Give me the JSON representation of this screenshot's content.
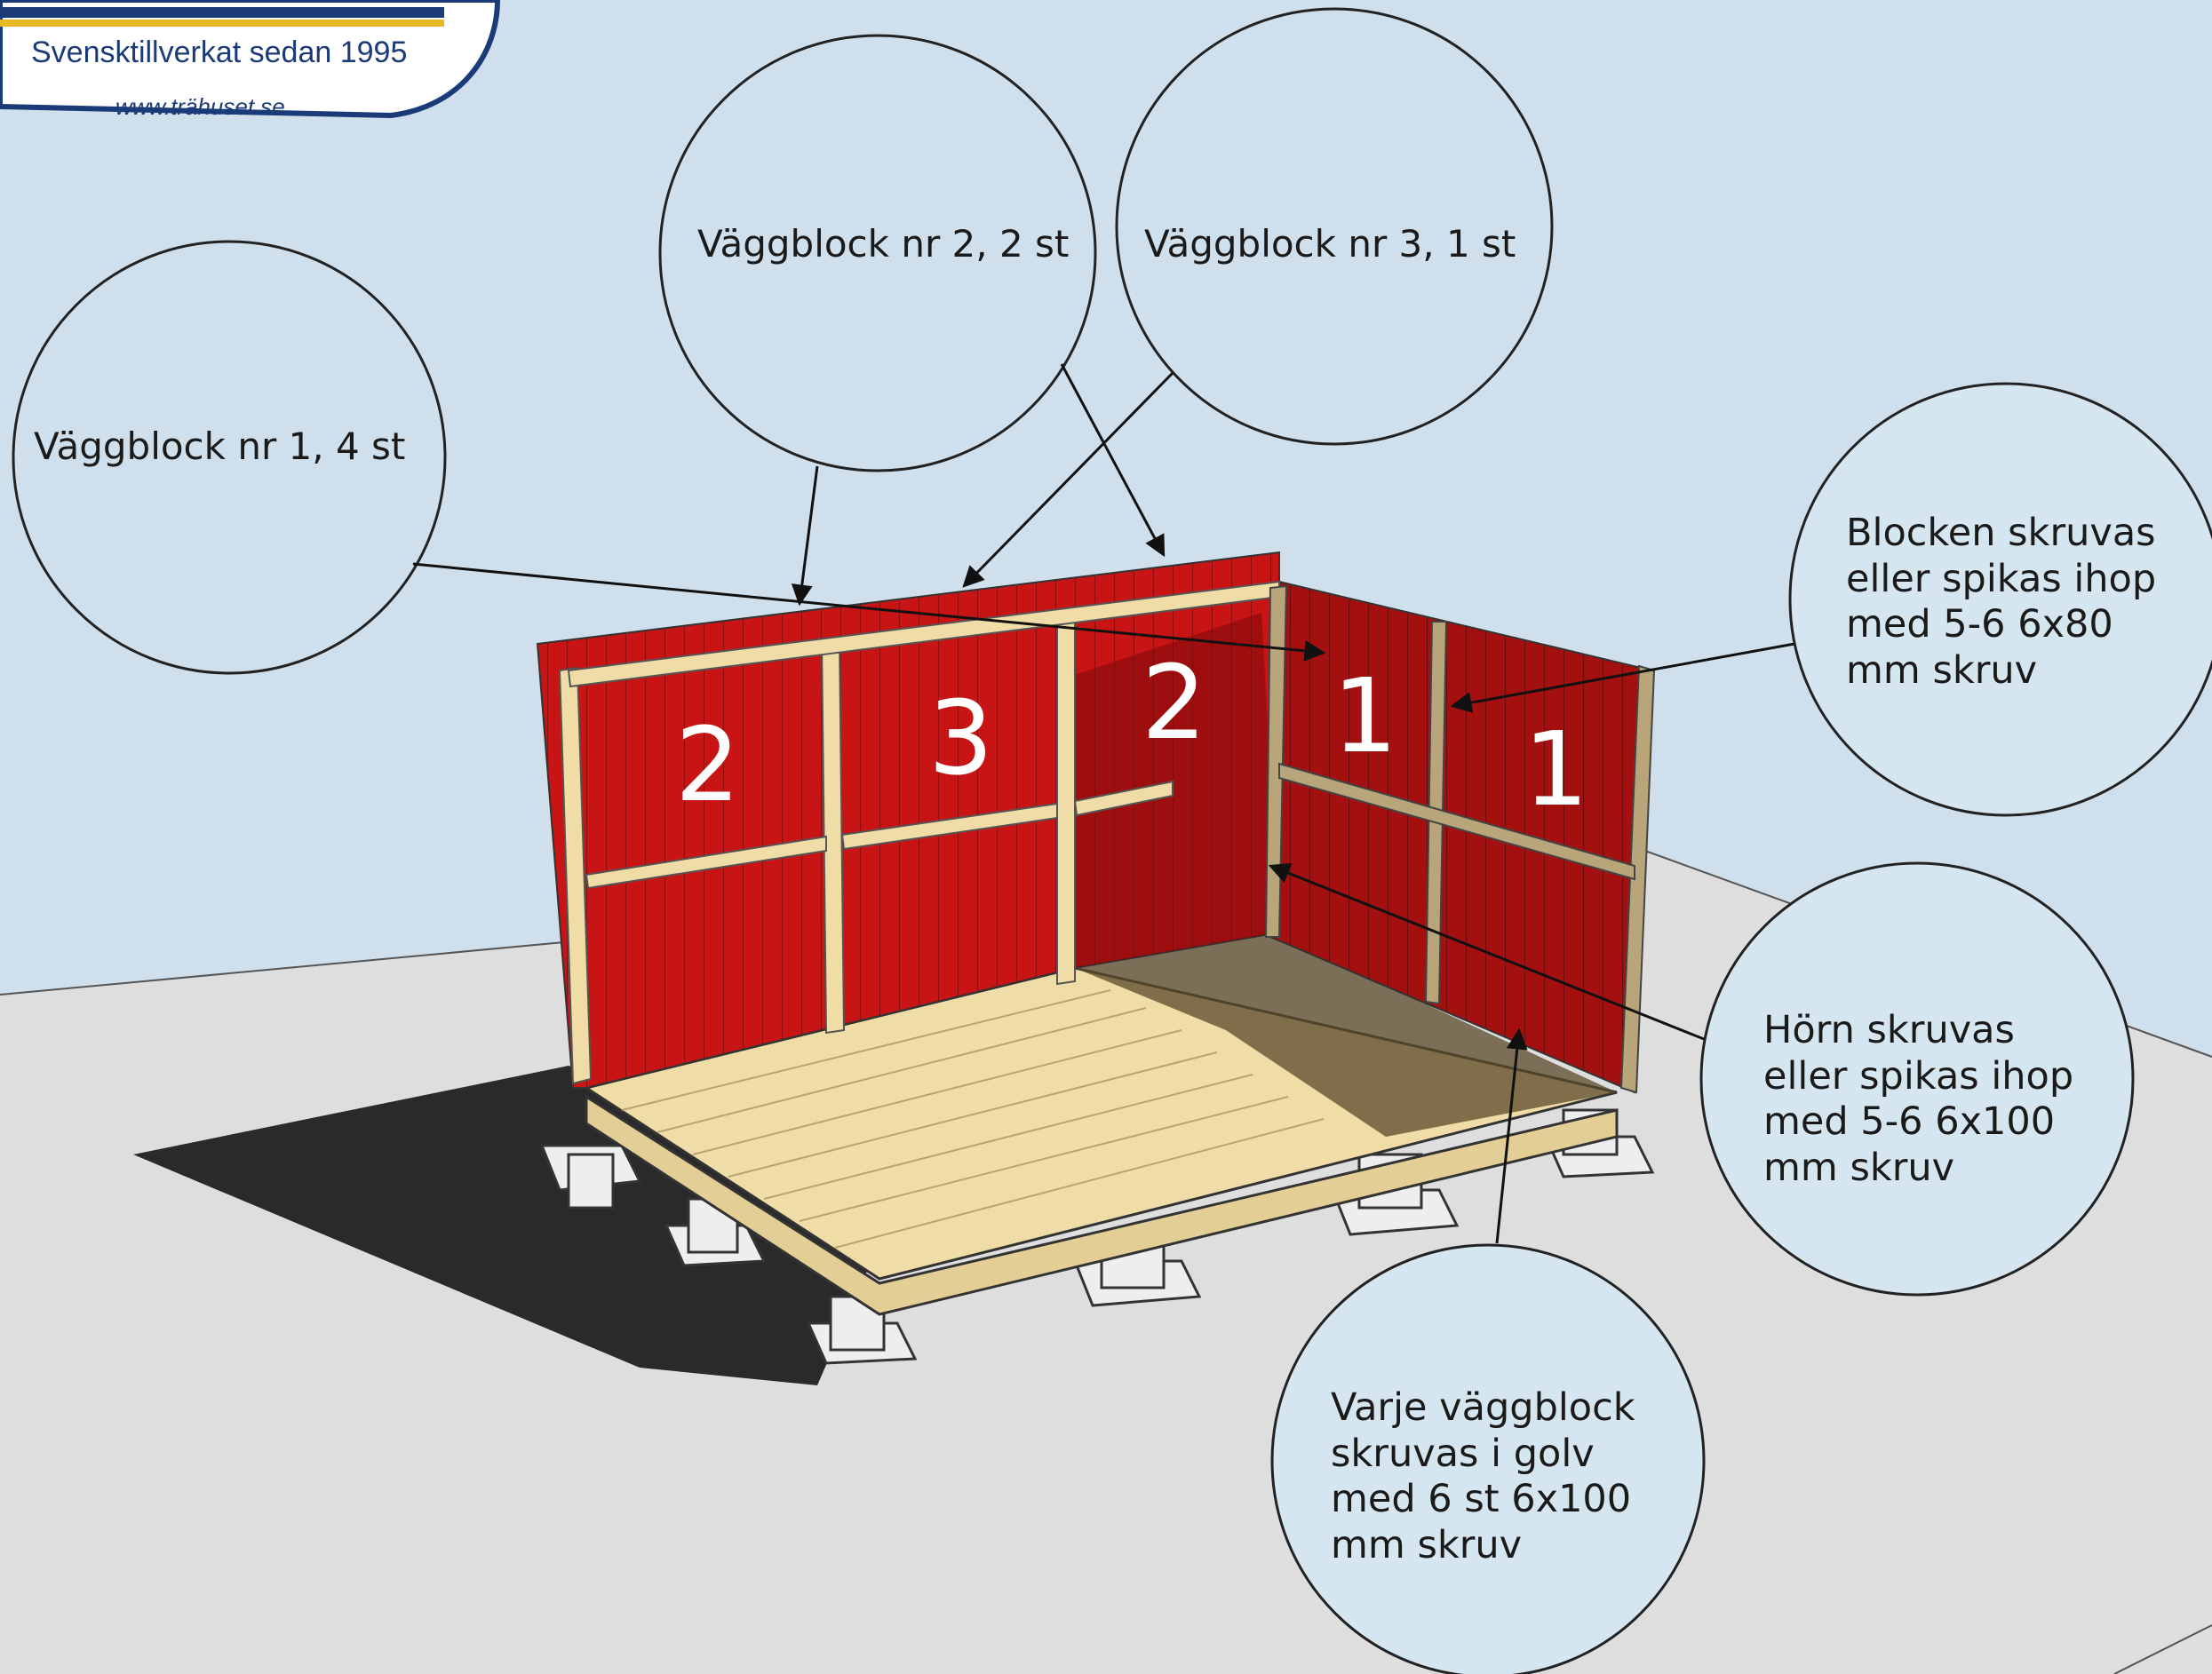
{
  "logo": {
    "tagline": "Svensktillverkat sedan 1995",
    "url": "www.trähuset.se"
  },
  "callouts": {
    "block1": "Väggblock nr 1, 4 st",
    "block2": "Väggblock nr 2, 2 st",
    "block3": "Väggblock nr 3, 1 st",
    "blocken": [
      "Blocken skruvas",
      "eller spikas ihop",
      "med 5-6 6x80",
      "mm skruv"
    ],
    "horn": [
      "Hörn skruvas",
      "eller spikas ihop",
      "med 5-6 6x100",
      "mm skruv"
    ],
    "varje": [
      "Varje väggblock",
      "skruvas i golv",
      "med 6 st 6x100",
      "mm skruv"
    ]
  },
  "panel_numbers": {
    "back_1": "2",
    "back_2": "3",
    "back_3": "2",
    "side_1": "1",
    "side_2": "1"
  },
  "colors": {
    "sky": "#cfe0ec",
    "ground": "#dedede",
    "wall_red": "#c81414",
    "timber": "#efdca6",
    "logo_blue": "#1b3a78",
    "logo_gold": "#e8b923"
  }
}
